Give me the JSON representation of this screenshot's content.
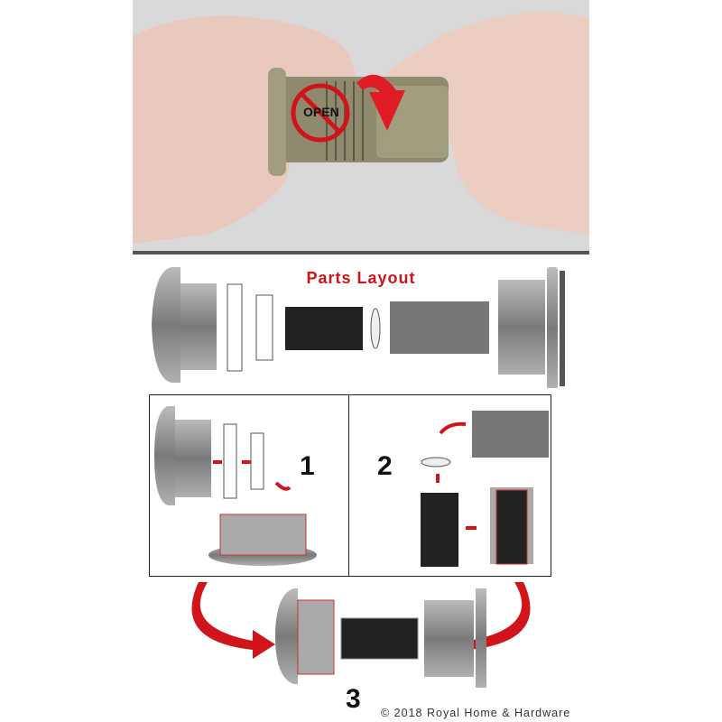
{
  "photo": {
    "prohibited_label": "OPEN"
  },
  "parts_layout": {
    "title": "Parts Layout"
  },
  "steps": [
    {
      "number": "1"
    },
    {
      "number": "2"
    },
    {
      "number": "3"
    }
  ],
  "footer": {
    "copyright": "© 2018 Royal Home & Hardware"
  },
  "colors": {
    "accent_red": "#d0141a",
    "metal_gray": "#8a8a8a",
    "lens_tube": "#2a2a2a"
  }
}
